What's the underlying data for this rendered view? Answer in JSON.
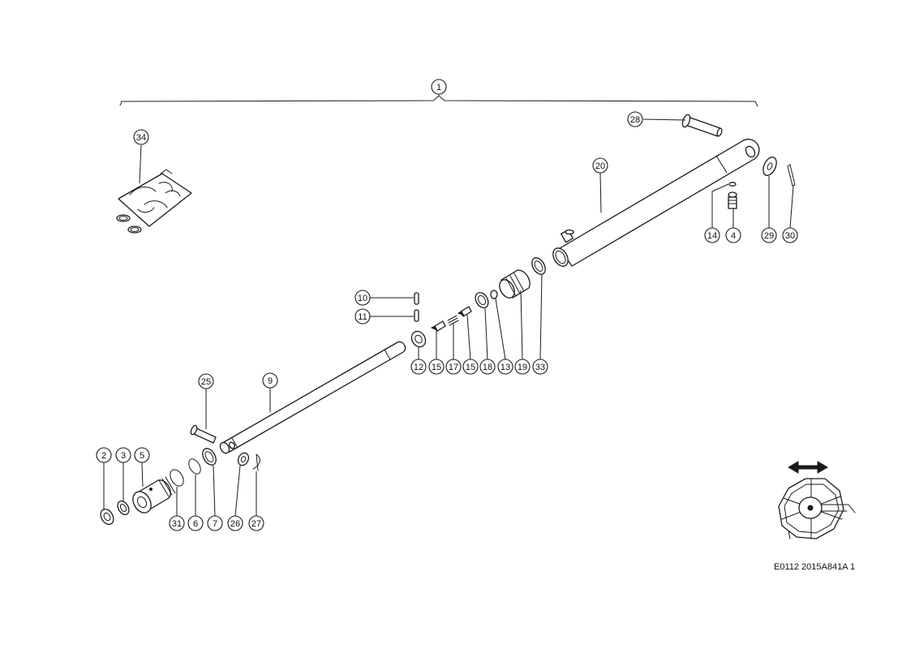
{
  "drawing_code": "E0112 2015A841A 1",
  "callouts": [
    {
      "label": "1"
    },
    {
      "label": "34"
    },
    {
      "label": "28"
    },
    {
      "label": "20"
    },
    {
      "label": "14"
    },
    {
      "label": "4"
    },
    {
      "label": "29"
    },
    {
      "label": "30"
    },
    {
      "label": "10"
    },
    {
      "label": "11"
    },
    {
      "label": "12"
    },
    {
      "label": "15"
    },
    {
      "label": "17"
    },
    {
      "label": "15"
    },
    {
      "label": "18"
    },
    {
      "label": "13"
    },
    {
      "label": "19"
    },
    {
      "label": "33"
    },
    {
      "label": "25"
    },
    {
      "label": "9"
    },
    {
      "label": "2"
    },
    {
      "label": "3"
    },
    {
      "label": "5"
    },
    {
      "label": "31"
    },
    {
      "label": "6"
    },
    {
      "label": "7"
    },
    {
      "label": "26"
    },
    {
      "label": "27"
    }
  ],
  "icons": {
    "direction": "double-arrow-icon",
    "location": "machine-location-icon"
  }
}
